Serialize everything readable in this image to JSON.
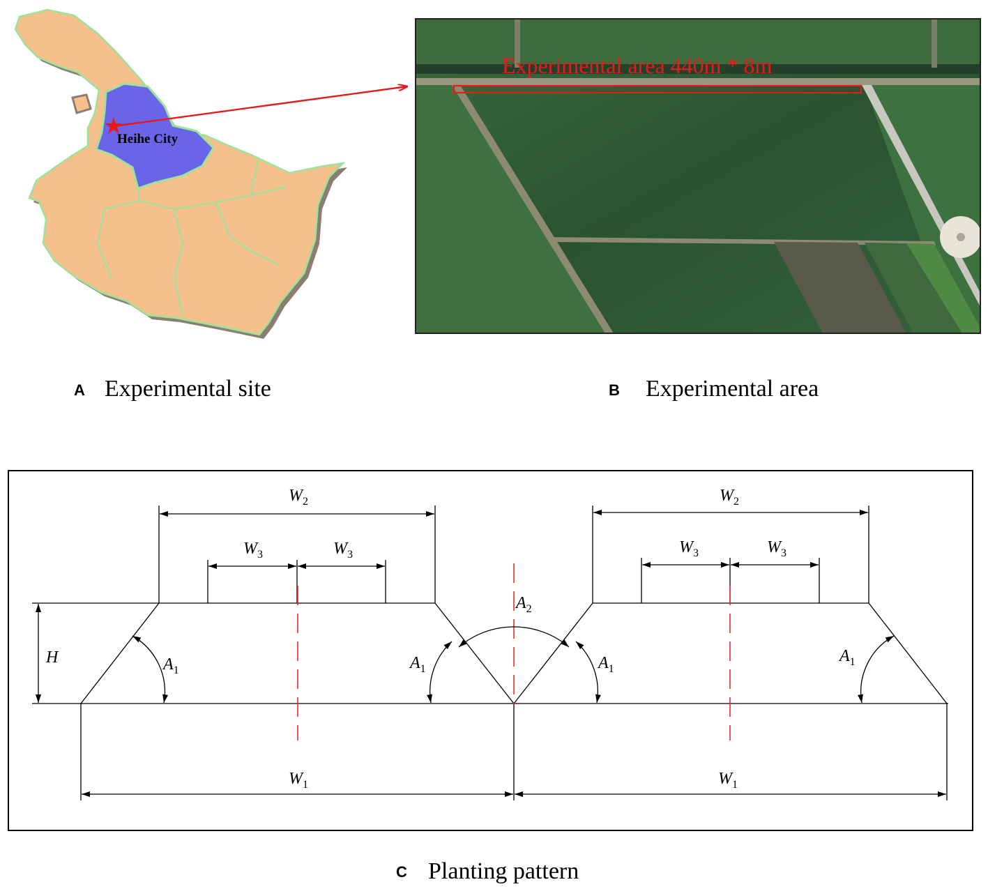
{
  "panels": {
    "a": {
      "letter": "A",
      "caption": "Experimental site",
      "city_label": "Heihe City",
      "colors": {
        "province": "#f5c08c",
        "province_side": "#8a7a6a",
        "city": "#6a64e8",
        "border": "#9be39a",
        "marker": "#e51b1b"
      }
    },
    "b": {
      "letter": "B",
      "caption": "Experimental area",
      "area_label": "Experimental area 440m * 8m",
      "colors": {
        "field": "#2e5a35",
        "label": "#e51b1b"
      }
    },
    "c": {
      "letter": "C",
      "caption": "Planting pattern",
      "labels": {
        "w1": "W",
        "w1_sub": "1",
        "w2": "W",
        "w2_sub": "2",
        "w3": "W",
        "w3_sub": "3",
        "a1": "A",
        "a1_sub": "1",
        "a2": "A",
        "a2_sub": "2",
        "h": "H"
      },
      "colors": {
        "centerline": "#e03030"
      }
    }
  }
}
